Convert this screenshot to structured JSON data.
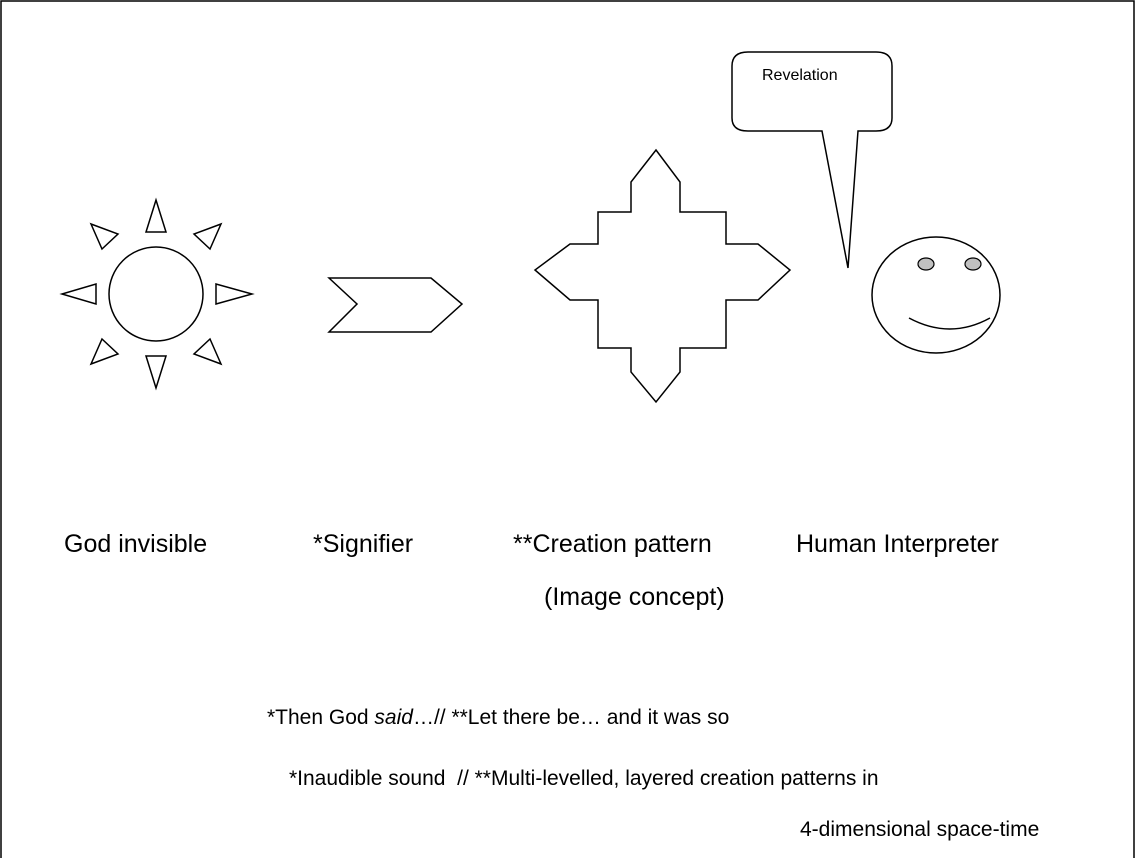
{
  "figure": {
    "bubble_text": "Revelation",
    "labels": {
      "god": "God invisible",
      "signifier": "*Signifier",
      "creation": "**Creation pattern",
      "creation_sub": "(Image concept)",
      "human": "Human Interpreter"
    },
    "notes": {
      "line1_a": "*Then God ",
      "line1_italic": "said",
      "line1_b": "…// **Let there be… and it was so",
      "line2": "*Inaudible sound  // **Multi-levelled, layered creation patterns in",
      "line3": "4-dimensional space-time"
    },
    "icons": {
      "god": "sun-icon",
      "signifier": "chevron-arrow-icon",
      "creation": "four-way-arrow-icon",
      "human": "smiley-face-icon",
      "speech": "speech-bubble-icon"
    },
    "colors": {
      "stroke": "#000000",
      "eye_fill": "#c0c0c0",
      "background": "#ffffff"
    }
  }
}
